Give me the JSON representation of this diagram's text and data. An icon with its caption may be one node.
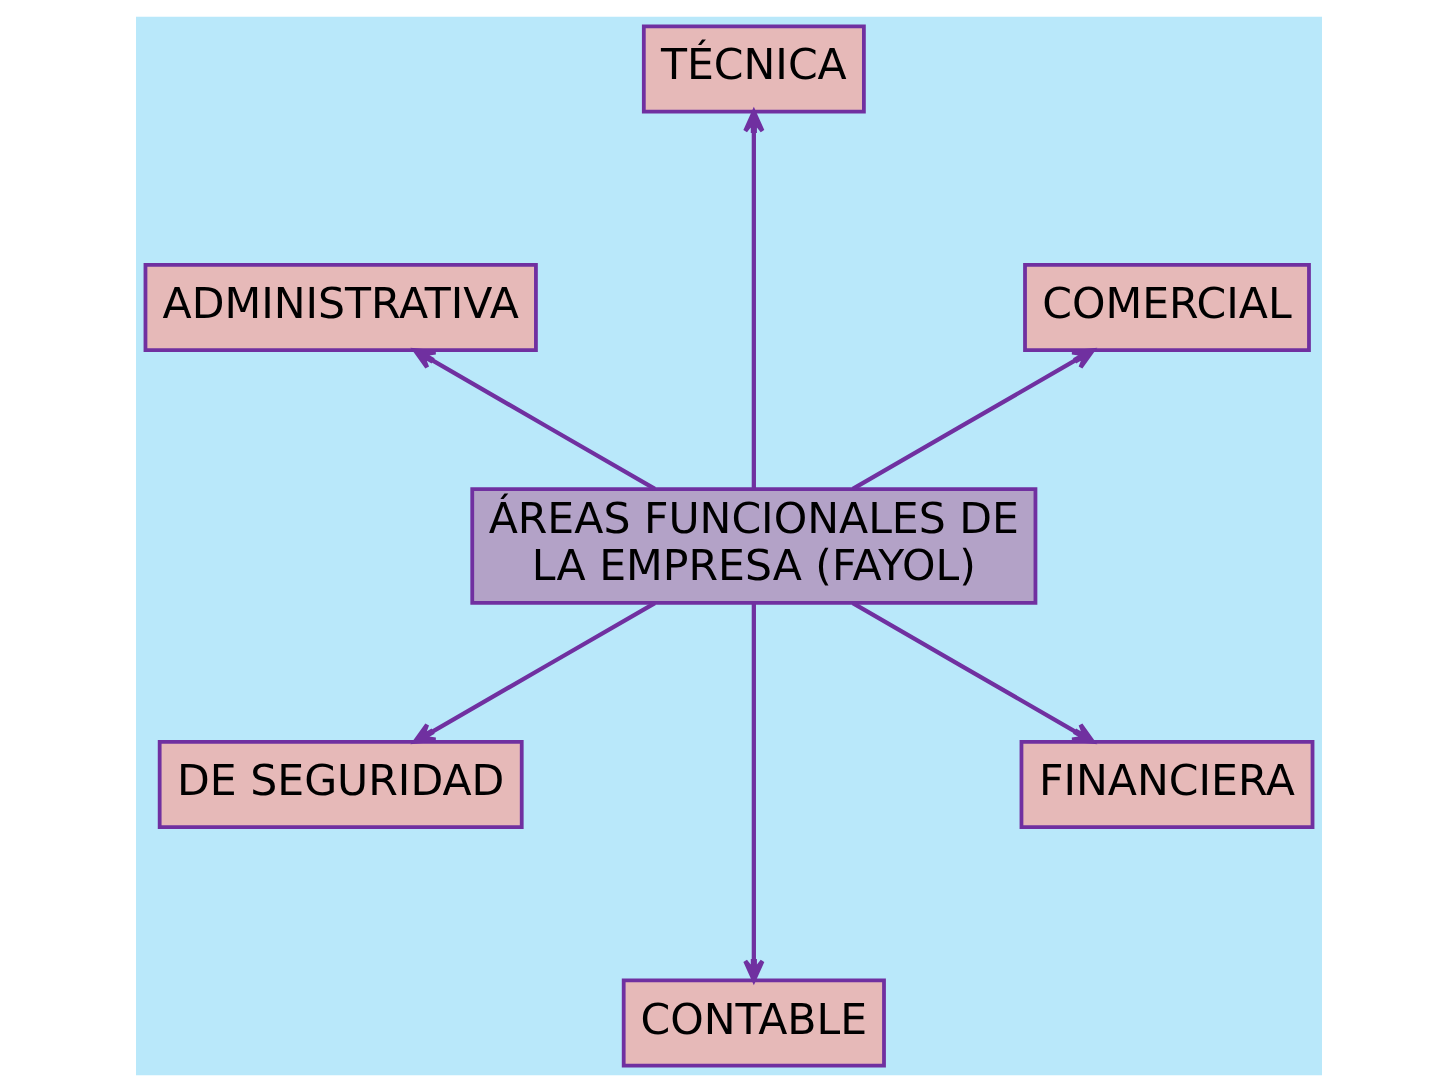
{
  "diagram": {
    "nodes": [
      {
        "text": [
          "TÉCNICA"
        ]
      },
      {
        "text": [
          "COMERCIAL"
        ]
      },
      {
        "text": [
          "ADMINISTRATIVA"
        ]
      },
      {
        "text": [
          "ÁREAS FUNCIONALES DE LA EMPRESA (FAYOL)"
        ]
      },
      {
        "text": [
          "DE SEGURIDAD"
        ]
      },
      {
        "text": [
          "FINANCIERA"
        ]
      },
      {
        "text": [
          "CONTABLE"
        ]
      }
    ],
    "edges": [
      {
        "from": 3,
        "to": 0,
        "arrow": "to"
      },
      {
        "from": 3,
        "to": 1,
        "arrow": "to"
      },
      {
        "from": 3,
        "to": 2,
        "arrow": "to"
      },
      {
        "from": 3,
        "to": 4,
        "arrow": "to"
      },
      {
        "from": 3,
        "to": 5,
        "arrow": "to"
      },
      {
        "from": 3,
        "to": 6,
        "arrow": "to"
      }
    ]
  }
}
